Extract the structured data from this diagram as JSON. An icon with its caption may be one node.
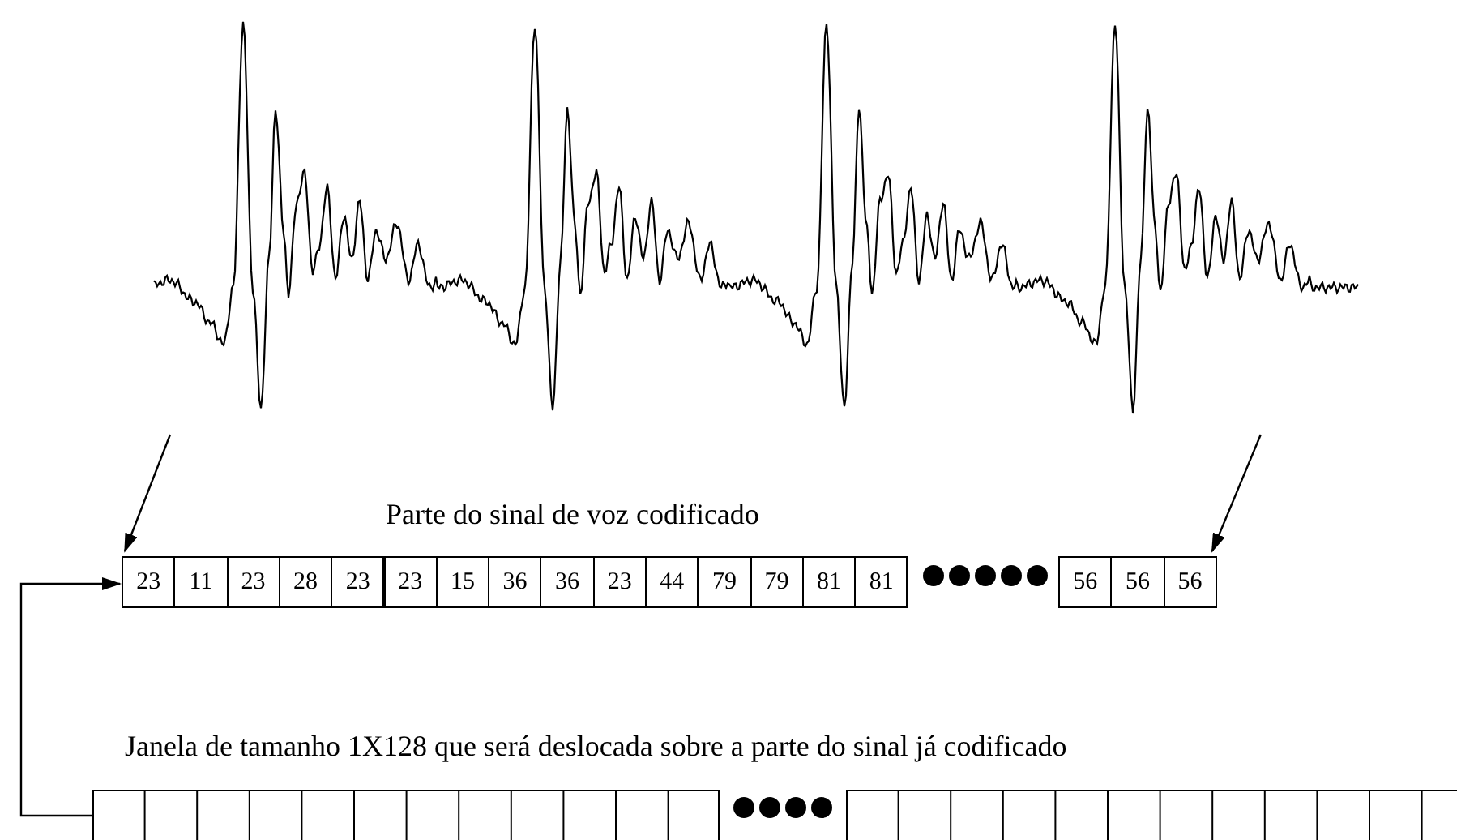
{
  "diagram": {
    "nodes": [
      {
        "text": [],
        "shape": "picture"
      },
      {
        "text": [
          "23"
        ]
      },
      {
        "text": [
          "11"
        ]
      },
      {
        "text": [
          "23"
        ]
      },
      {
        "text": [
          "28"
        ]
      },
      {
        "text": [
          "23"
        ]
      },
      {
        "text": [
          "23"
        ]
      },
      {
        "text": [
          "15"
        ]
      },
      {
        "text": [
          "36"
        ]
      },
      {
        "text": [
          "36"
        ]
      },
      {
        "text": [
          "23"
        ]
      },
      {
        "text": [
          "44"
        ]
      },
      {
        "text": [
          "79"
        ]
      },
      {
        "text": [
          "79"
        ]
      },
      {
        "text": [
          "81"
        ]
      },
      {
        "text": [
          "81"
        ]
      },
      {
        "text": [
          "56"
        ]
      },
      {
        "text": [
          "56"
        ]
      },
      {
        "text": [
          "56"
        ]
      },
      {
        "text": [],
        "shape": "bar"
      },
      {
        "text": [],
        "shape": "bar"
      }
    ],
    "edges": [
      {
        "from": 0,
        "to": 1,
        "arrow": "to"
      },
      {
        "from": 0,
        "to": 18,
        "arrow": "to"
      },
      {
        "from": 19,
        "to": 1,
        "arrow": "to"
      }
    ],
    "labels": [
      "Parte do sinal de voz codificado",
      "Janela de tamanho 1X128 que será deslocada sobre a parte do sinal já codificado"
    ]
  }
}
